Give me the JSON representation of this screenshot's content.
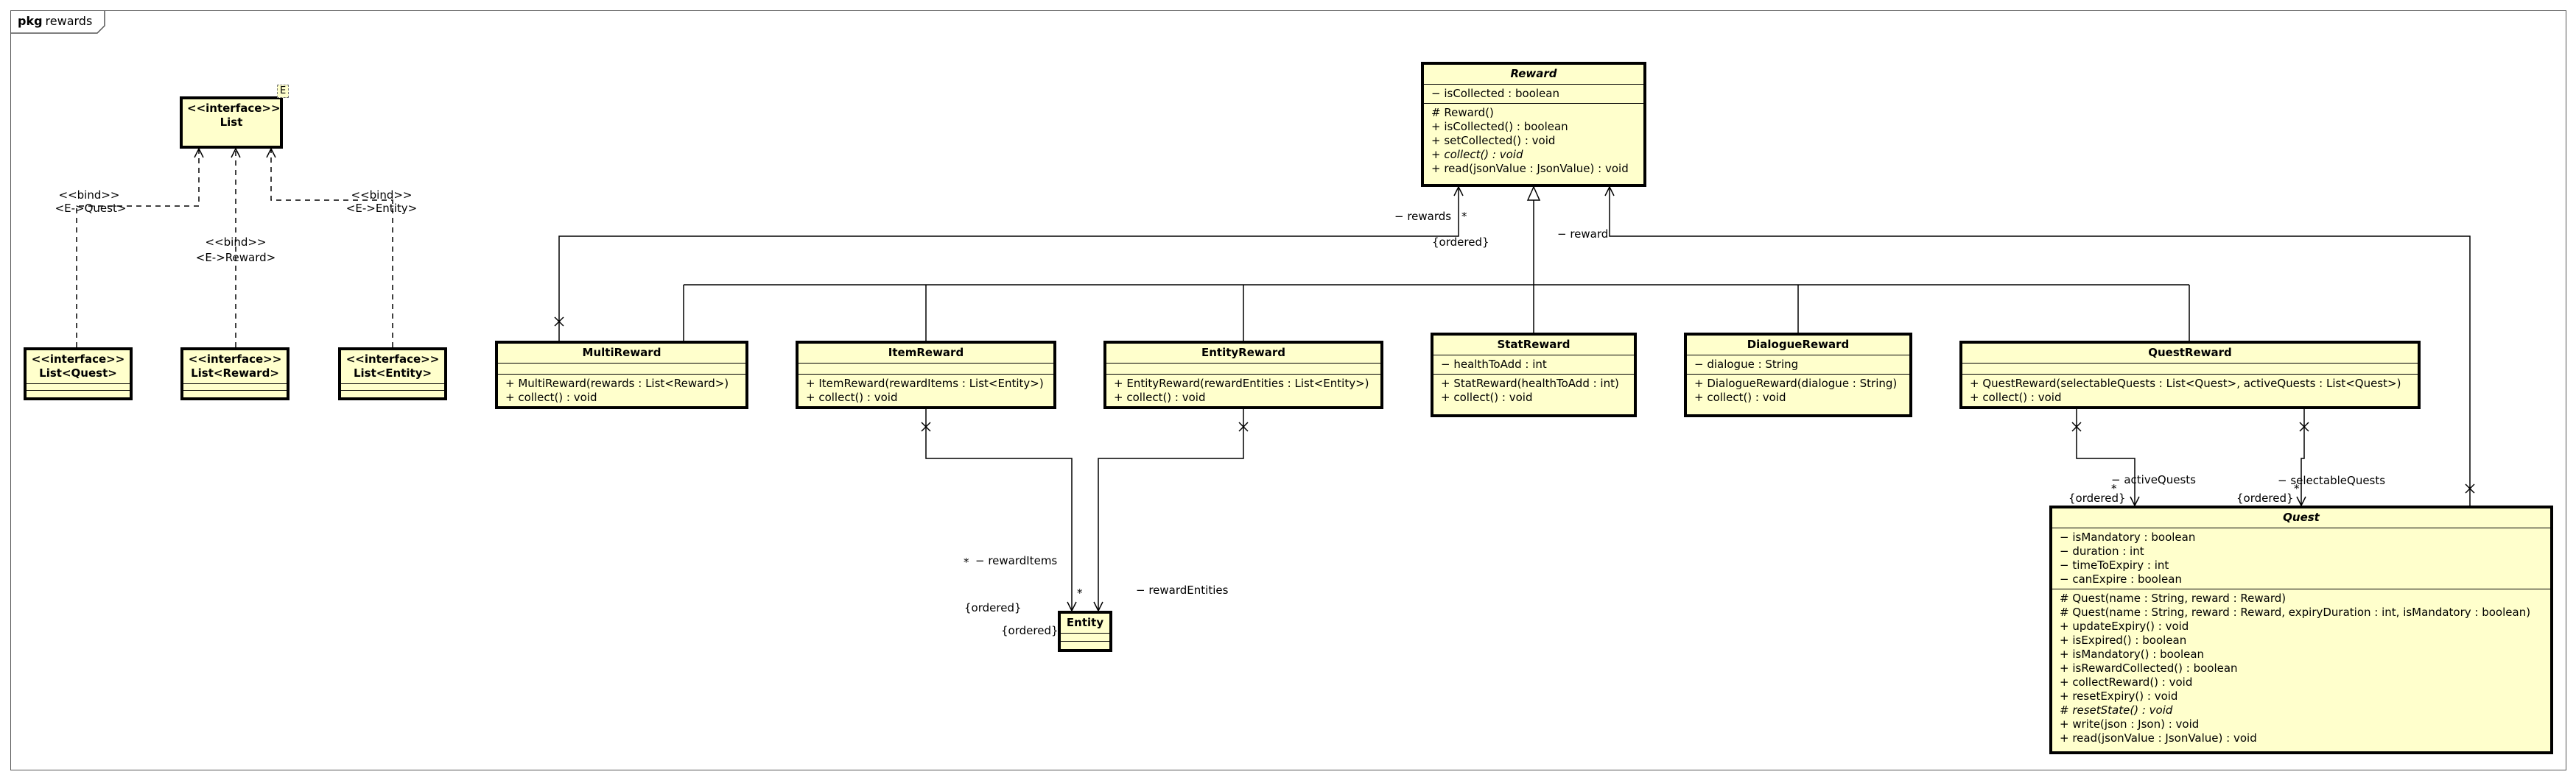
{
  "package": {
    "keyword": "pkg",
    "name": "rewards"
  },
  "classes": {
    "list": {
      "stereotype": "<<interface>>",
      "name": "List",
      "template_param": "E"
    },
    "list_quest": {
      "stereotype": "<<interface>>",
      "name": "List<Quest>"
    },
    "list_reward": {
      "stereotype": "<<interface>>",
      "name": "List<Reward>"
    },
    "list_entity": {
      "stereotype": "<<interface>>",
      "name": "List<Entity>"
    },
    "reward": {
      "name": "Reward",
      "attributes": [
        "− isCollected : boolean"
      ],
      "operations": [
        "# Reward()",
        "+ isCollected() : boolean",
        "+ setCollected() : void",
        "+ collect() : void",
        "+ read(jsonValue : JsonValue) : void"
      ]
    },
    "multi_reward": {
      "name": "MultiReward",
      "operations": [
        "+ MultiReward(rewards : List<Reward>)",
        "+ collect() : void"
      ]
    },
    "item_reward": {
      "name": "ItemReward",
      "operations": [
        "+ ItemReward(rewardItems : List<Entity>)",
        "+ collect() : void"
      ]
    },
    "entity_reward": {
      "name": "EntityReward",
      "operations": [
        "+ EntityReward(rewardEntities : List<Entity>)",
        "+ collect() : void"
      ]
    },
    "stat_reward": {
      "name": "StatReward",
      "attributes": [
        "− healthToAdd : int"
      ],
      "operations": [
        "+ StatReward(healthToAdd : int)",
        "+ collect() : void"
      ]
    },
    "dialogue_reward": {
      "name": "DialogueReward",
      "attributes": [
        "− dialogue : String"
      ],
      "operations": [
        "+ DialogueReward(dialogue : String)",
        "+ collect() : void"
      ]
    },
    "quest_reward": {
      "name": "QuestReward",
      "operations": [
        "+ QuestReward(selectableQuests : List<Quest>, activeQuests : List<Quest>)",
        "+ collect() : void"
      ]
    },
    "entity": {
      "name": "Entity"
    },
    "quest": {
      "name": "Quest",
      "attributes": [
        "− isMandatory : boolean",
        "− duration : int",
        "− timeToExpiry : int",
        "− canExpire : boolean"
      ],
      "operations": [
        "# Quest(name : String, reward : Reward)",
        "# Quest(name : String, reward : Reward, expiryDuration : int, isMandatory : boolean)",
        "+ updateExpiry() : void",
        "+ isExpired() : boolean",
        "+ isMandatory() : boolean",
        "+ isRewardCollected() : boolean",
        "+ collectReward() : void",
        "+ resetExpiry() : void",
        "# resetState() : void",
        "+ write(json : Json) : void",
        "+ read(jsonValue : JsonValue) : void"
      ]
    }
  },
  "labels": {
    "bind_quest": [
      "<<bind>>",
      "<E->Quest>"
    ],
    "bind_reward": [
      "<<bind>>",
      "<E->Reward>"
    ],
    "bind_entity": [
      "<<bind>>",
      "<E->Entity>"
    ],
    "rewards_role": "− rewards",
    "rewards_mult": "*",
    "rewards_ordered": "{ordered}",
    "reward_role": "− reward",
    "reward_items_role": "− rewardItems",
    "reward_items_mult": "*",
    "reward_items_ordered": "{ordered}",
    "reward_entities_role": "− rewardEntities",
    "reward_entities_mult": "*",
    "entity_ordered": "{ordered}",
    "active_quests_role": "− activeQuests",
    "active_quests_mult": "*",
    "active_quests_ordered": "{ordered}",
    "selectable_quests_role": "− selectableQuests",
    "selectable_quests_mult": "*",
    "selectable_quests_ordered": "{ordered}"
  }
}
